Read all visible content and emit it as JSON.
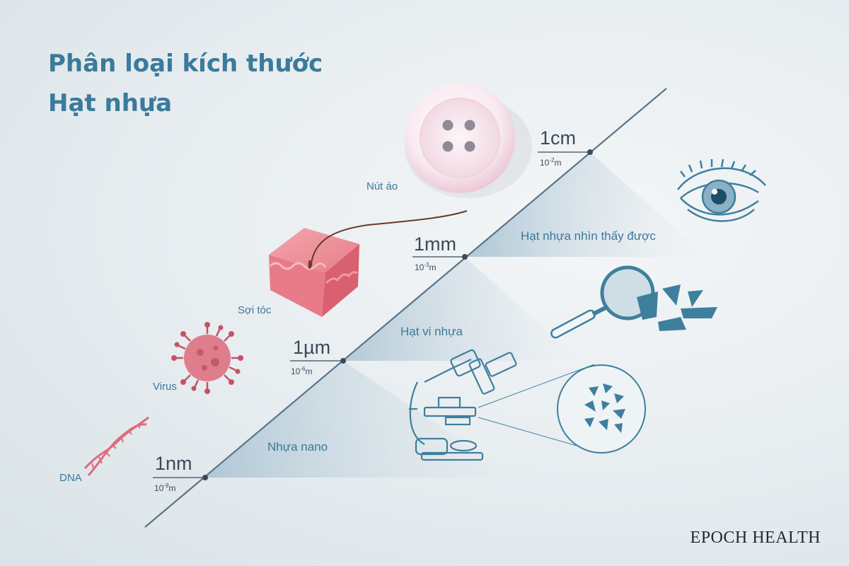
{
  "title": {
    "line1": "Phân loại kích thước",
    "line2": "Hạt nhựa"
  },
  "brand": "EPOCH HEALTH",
  "scale_marks": [
    {
      "size": "1cm",
      "base": "10",
      "exp": "-2",
      "unit": "m"
    },
    {
      "size": "1mm",
      "base": "10",
      "exp": "-3",
      "unit": "m"
    },
    {
      "size": "1µm",
      "base": "10",
      "exp": "-6",
      "unit": "m"
    },
    {
      "size": "1nm",
      "base": "10",
      "exp": "-9",
      "unit": "m"
    }
  ],
  "bands": {
    "visible": "Hạt nhựa nhìn thấy được",
    "micro": "Hạt vi nhựa",
    "nano": "Nhựa nano"
  },
  "objects": {
    "button": "Nút áo",
    "hair": "Sợi tóc",
    "virus": "Virus",
    "dna": "DNA"
  },
  "icons": [
    "button-icon",
    "hair-skin-icon",
    "virus-icon",
    "dna-icon",
    "eye-icon",
    "magnifier-icon",
    "microscope-icon",
    "plastic-fragments-icon"
  ],
  "colors": {
    "title": "#3b7a9a",
    "band_text": "#3d7898",
    "icon": "#3f7f9e",
    "axis": "#5b7488"
  }
}
